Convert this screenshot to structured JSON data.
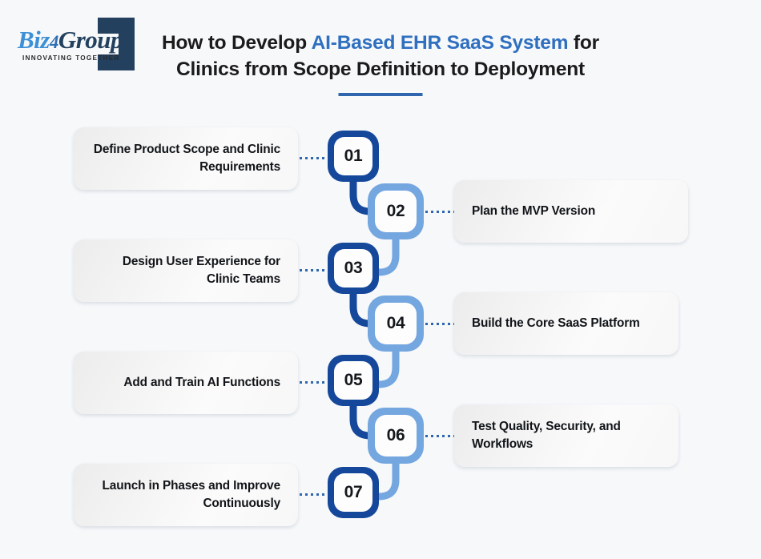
{
  "brand": {
    "logo_biz": "Biz",
    "logo_four": "4",
    "logo_group": "Group",
    "tagline": "INNOVATING TOGETHER",
    "mark_name": "bracket-corner-mark",
    "color_light_blue": "#3d8fd6",
    "color_navy": "#23405e"
  },
  "header": {
    "title_line1_pre": "How to Develop ",
    "title_line1_accent": "AI-Based EHR SaaS System",
    "title_line1_post": " for",
    "title_line2": "Clinics from Scope Definition to Deployment",
    "accent_color": "#2f6fbf",
    "underline_color": "#2f66ae"
  },
  "timeline": {
    "dark_color": "#15479a",
    "light_color": "#74a6e0",
    "dot_color": "#2f66ae",
    "steps": [
      {
        "number": "01",
        "label": "Define Product Scope and Clinic Requirements",
        "side": "left",
        "tone": "dark"
      },
      {
        "number": "02",
        "label": "Plan the MVP Version",
        "side": "right",
        "tone": "light"
      },
      {
        "number": "03",
        "label": "Design User Experience for Clinic Teams",
        "side": "left",
        "tone": "dark"
      },
      {
        "number": "04",
        "label": "Build the Core SaaS Platform",
        "side": "right",
        "tone": "light"
      },
      {
        "number": "05",
        "label": "Add and Train AI Functions",
        "side": "left",
        "tone": "dark"
      },
      {
        "number": "06",
        "label": "Test Quality, Security, and Workflows",
        "side": "right",
        "tone": "light"
      },
      {
        "number": "07",
        "label": "Launch in Phases and Improve Continuously",
        "side": "left",
        "tone": "dark"
      }
    ]
  }
}
